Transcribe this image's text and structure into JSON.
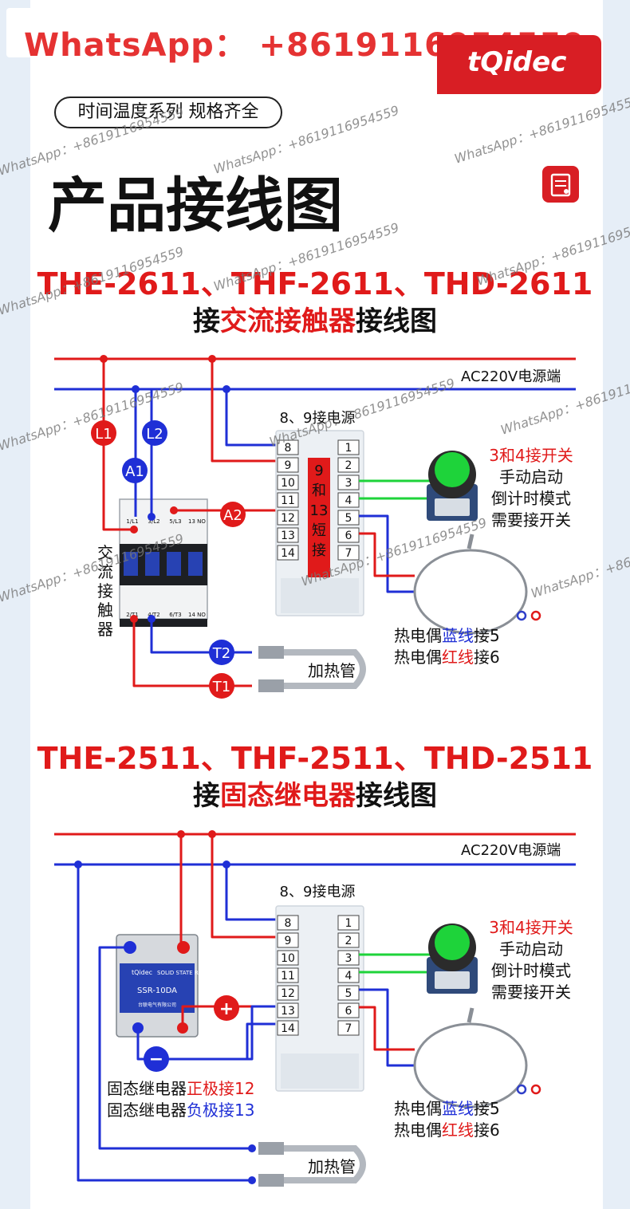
{
  "watermark": {
    "banner": "WhatsApp： +8619116954559",
    "diag": "WhatsApp：+8619116954559"
  },
  "brand": {
    "logo": "tQidec",
    "color": "#d81e24"
  },
  "tagline": "时间温度系列 规格齐全",
  "page_title": "产品接线图",
  "colors": {
    "red_wire": "#e01a1a",
    "blue_wire": "#1f2fd6",
    "green_wire": "#1ed33a"
  },
  "section1": {
    "models": "THE-2611、THF-2611、THD-2611",
    "title_pre": "接",
    "title_red": "交流接触器",
    "title_post": "接线图",
    "power_label": "AC220V电源端",
    "power_terminals": "8、9接电源",
    "badges": {
      "l1": "L1",
      "l2": "L2",
      "a1": "A1",
      "a2": "A2",
      "t1": "T1",
      "t2": "T2"
    },
    "short_label": [
      "9",
      "和",
      "13",
      "短",
      "接"
    ],
    "switch_note": {
      "title": "3和4接开关",
      "lines": [
        "手动启动",
        "倒计时模式",
        "需要接开关"
      ]
    },
    "contactor_label": [
      "交",
      "流",
      "接",
      "触",
      "器"
    ],
    "contactor_top": [
      "1/L1",
      "3/L2",
      "5/L3",
      "13 NO"
    ],
    "contactor_bottom": [
      "2/T1",
      "4/T2",
      "6/T3",
      "14 NO"
    ],
    "heater": "加热管",
    "thermo_blue": {
      "pre": "热电偶",
      "color": "蓝线",
      "post": "接5"
    },
    "thermo_red": {
      "pre": "热电偶",
      "color": "红线",
      "post": "接6"
    },
    "terminals_left": [
      "8",
      "9",
      "10",
      "11",
      "12",
      "13",
      "14"
    ],
    "terminals_right": [
      "1",
      "2",
      "3",
      "4",
      "5",
      "6",
      "7"
    ]
  },
  "section2": {
    "models": "THE-2511、THF-2511、THD-2511",
    "title_pre": "接",
    "title_red": "固态继电器",
    "title_post": "接线图",
    "power_label": "AC220V电源端",
    "power_terminals": "8、9接电源",
    "plus": "+",
    "minus": "−",
    "ssr": {
      "brand": "tQidec",
      "type": "SOLID STATE RELAY",
      "model": "SSR-10DA",
      "maker": "台联电气有限公司"
    },
    "ssr_pos": {
      "pre": "固态继电器",
      "color": "正极",
      "post": "接12"
    },
    "ssr_neg": {
      "pre": "固态继电器",
      "color": "负极",
      "post": "接13"
    },
    "switch_note": {
      "title": "3和4接开关",
      "lines": [
        "手动启动",
        "倒计时模式",
        "需要接开关"
      ]
    },
    "heater": "加热管",
    "thermo_blue": {
      "pre": "热电偶",
      "color": "蓝线",
      "post": "接5"
    },
    "thermo_red": {
      "pre": "热电偶",
      "color": "红线",
      "post": "接6"
    },
    "terminals_left": [
      "8",
      "9",
      "10",
      "11",
      "12",
      "13",
      "14"
    ],
    "terminals_right": [
      "1",
      "2",
      "3",
      "4",
      "5",
      "6",
      "7"
    ]
  }
}
